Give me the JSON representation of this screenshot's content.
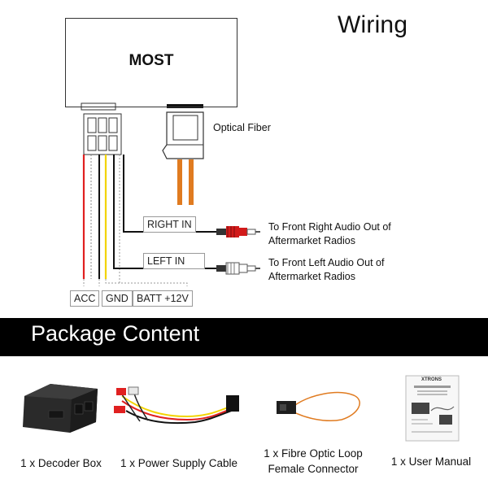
{
  "wiring": {
    "title": "Wiring",
    "module_label": "MOST",
    "optical_fiber_label": "Optical Fiber",
    "right_in_label": "RIGHT IN",
    "left_in_label": "LEFT IN",
    "right_desc_line1": "To Front Right Audio Out of",
    "right_desc_line2": "Aftermarket Radios",
    "left_desc_line1": "To Front Left Audio Out of",
    "left_desc_line2": "Aftermarket Radios",
    "acc_label": "ACC",
    "gnd_label": "GND",
    "batt_label": "BATT +12V",
    "colors": {
      "acc_wire": "#e02020",
      "gnd_wire": "#111111",
      "batt_wire": "#f2d400",
      "fiber": "#e07b20",
      "rca_right": "#d21a1a",
      "rca_left": "#ffffff"
    }
  },
  "package": {
    "title": "Package Content",
    "items": [
      {
        "caption_line1": "1 x Decoder Box",
        "caption_line2": ""
      },
      {
        "caption_line1": "1 x Power Supply Cable",
        "caption_line2": ""
      },
      {
        "caption_line1": "1 x Fibre Optic Loop",
        "caption_line2": "Female Connector"
      },
      {
        "caption_line1": "1 x User Manual",
        "caption_line2": ""
      }
    ],
    "manual_brand": "XTRONS"
  }
}
